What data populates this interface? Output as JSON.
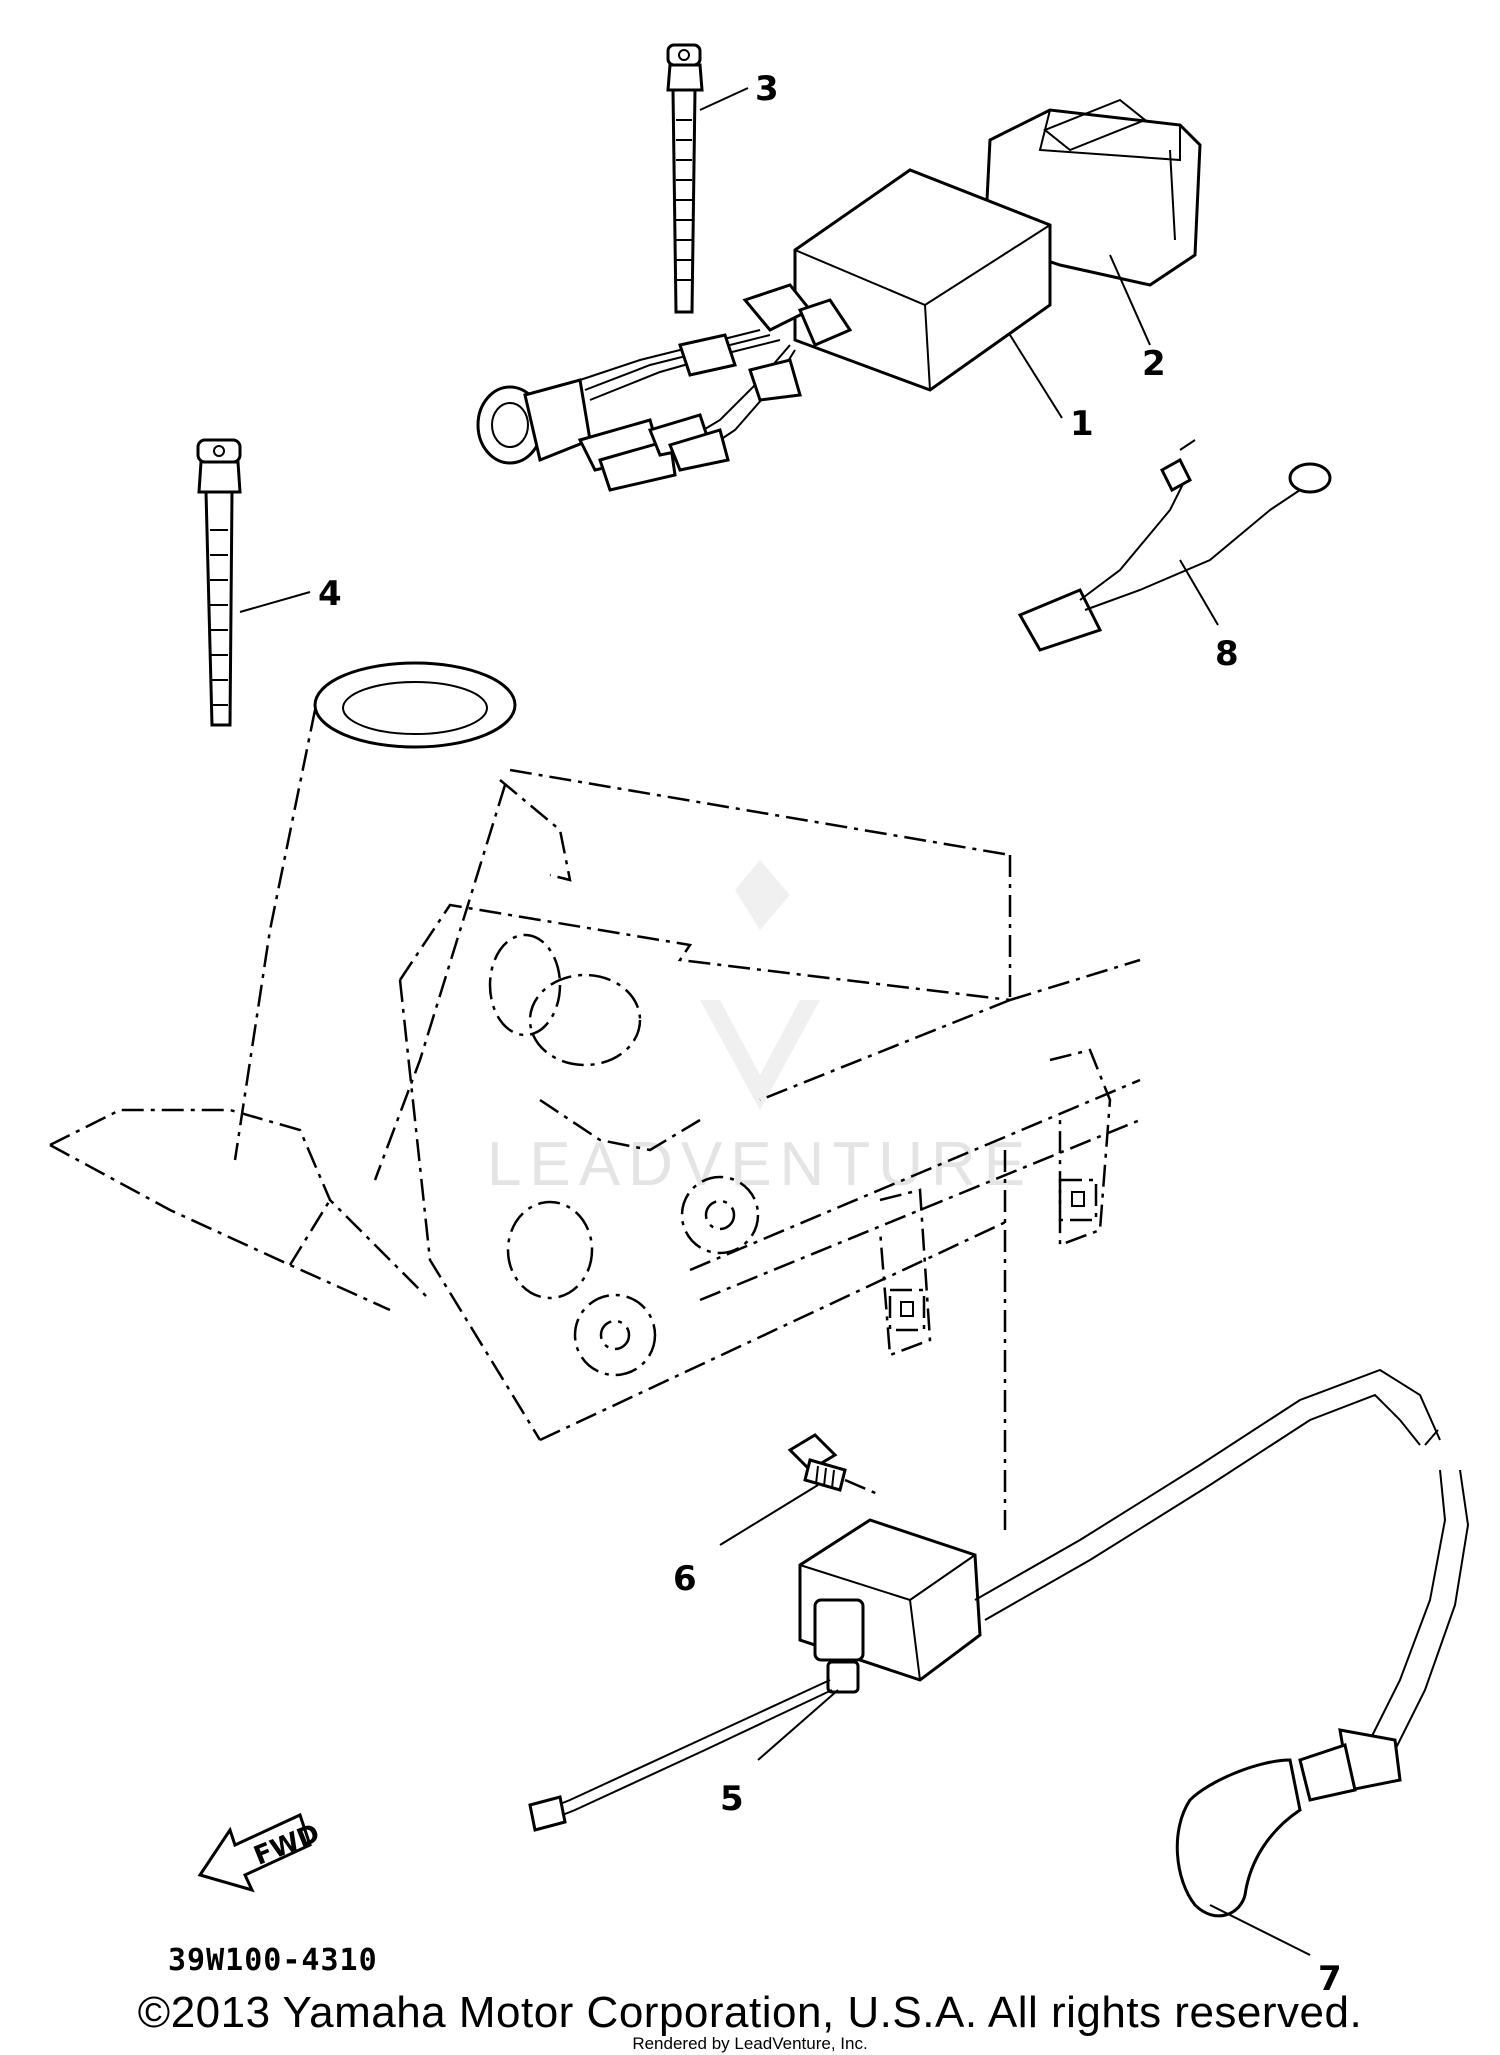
{
  "diagram": {
    "part_code": "39W100-4310",
    "direction_label": "FWD",
    "callouts": [
      "1",
      "2",
      "3",
      "4",
      "5",
      "6",
      "7",
      "8"
    ],
    "watermark": "LEADVENTURE"
  },
  "footer": {
    "copyright": "©2013 Yamaha Motor Corporation, U.S.A. All rights reserved.",
    "rendered_by": "Rendered by LeadVenture, Inc."
  }
}
